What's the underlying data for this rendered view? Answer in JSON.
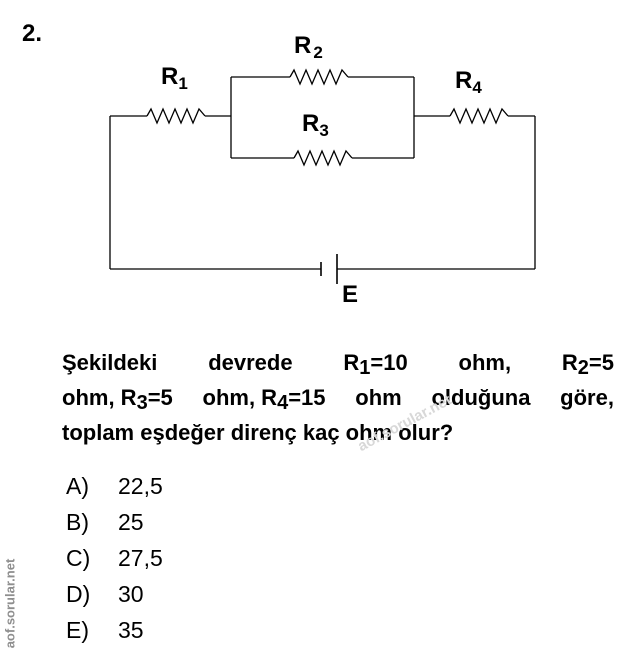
{
  "question": {
    "number": "2.",
    "line1": [
      "Şekildeki",
      "devrede",
      "R",
      "1",
      "=10",
      "ohm,",
      "R",
      "2",
      "=5"
    ],
    "line2": [
      "ohm, R",
      "3",
      "=5",
      "ohm, R",
      "4",
      "=15",
      "ohm",
      "olduğuna",
      "göre,"
    ],
    "line3": "toplam eşdeğer direnç kaç ohm olur?"
  },
  "circuit": {
    "r1": {
      "letter": "R",
      "sub": "1"
    },
    "r2": {
      "letter": "R",
      "sub": "2"
    },
    "r3": {
      "letter": "R",
      "sub": "3"
    },
    "r4": {
      "letter": "R",
      "sub": "4"
    },
    "source": "E"
  },
  "options": [
    {
      "letter": "A)",
      "value": "22,5"
    },
    {
      "letter": "B)",
      "value": "25"
    },
    {
      "letter": "C)",
      "value": "27,5"
    },
    {
      "letter": "D)",
      "value": "30"
    },
    {
      "letter": "E)",
      "value": "35"
    }
  ],
  "watermark": "aof.sorular.net",
  "side_watermark": "aof.sorular.net"
}
